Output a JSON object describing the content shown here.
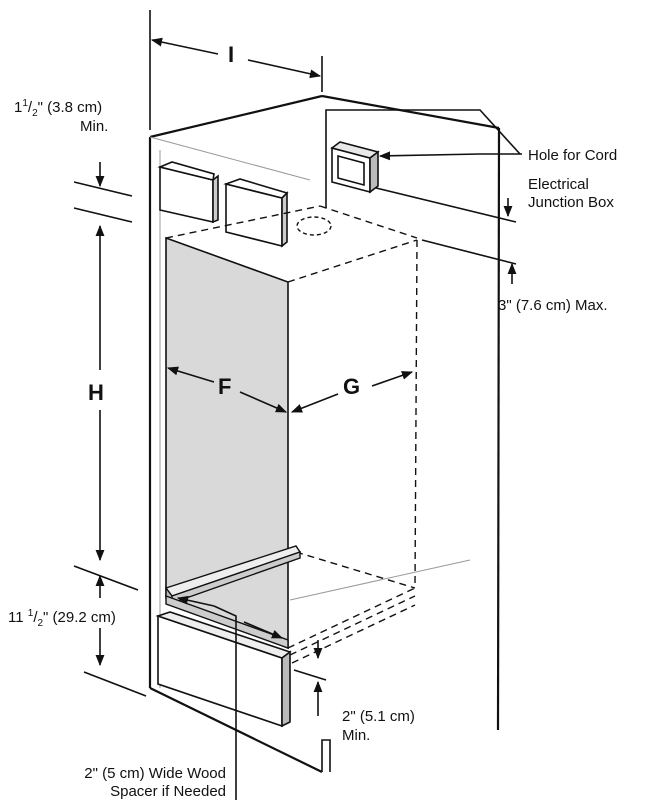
{
  "dimension_letters": {
    "i": "I",
    "h": "H",
    "f": "F",
    "g": "G"
  },
  "top_clearance": {
    "line1_main": "1",
    "line1_frac": "1",
    "line1_den": "2",
    "line1_rest": "\" (3.8 cm)",
    "line2": "Min."
  },
  "hole_for_cord": "Hole for Cord",
  "junction_box": {
    "line1": "Electrical",
    "line2": "Junction Box"
  },
  "top_max": "3\" (7.6 cm) Max.",
  "bottom_height": {
    "main": "11",
    "frac": "1",
    "den": "2",
    "rest": "\" (29.2 cm)"
  },
  "toe_clearance": {
    "line1": "2\" (5.1 cm)",
    "line2": "Min."
  },
  "spacer": {
    "line1": "2\" (5 cm) Wide Wood",
    "line2": "Spacer if Needed"
  }
}
